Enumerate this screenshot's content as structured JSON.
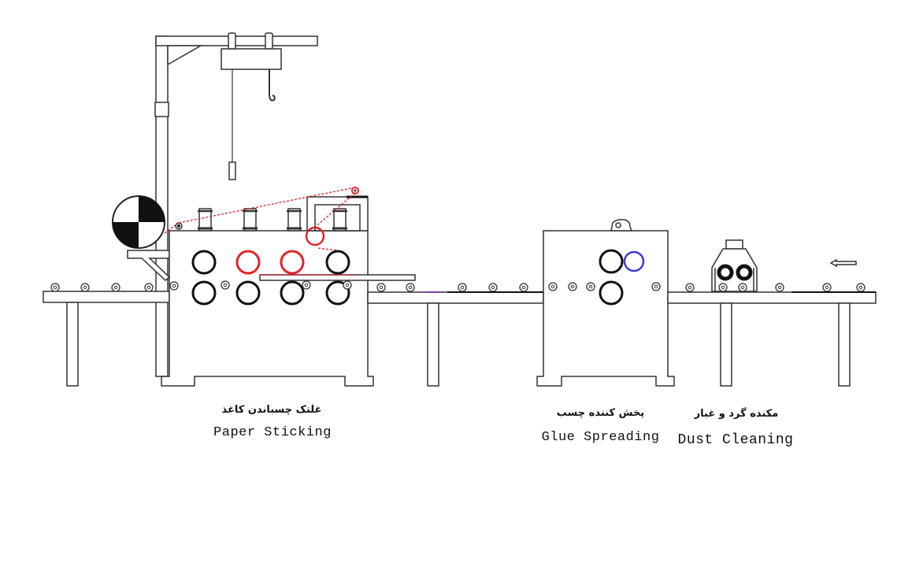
{
  "diagram": {
    "flow_direction": "right-to-left",
    "colors": {
      "line": "#333333",
      "roller": "#111111",
      "paper_path": "#e0242c",
      "glue_roller": "#3a3ad6",
      "frame_fill": "#ffffff"
    },
    "stations": [
      {
        "id": "paper-sticking",
        "label_fa": "غلتک چسباندن کاغذ",
        "label_en": "Paper Sticking"
      },
      {
        "id": "glue-spreading",
        "label_fa": "پخش کننده چسب",
        "label_en": "Glue Spreading"
      },
      {
        "id": "dust-cleaning",
        "label_fa": "مکنده گرد و غبار",
        "label_en": "Dust Cleaning"
      }
    ],
    "components": {
      "crane": "overhead-hoist-crane",
      "paper_roll": "paper-roll",
      "direction_arrow": "left-arrow"
    }
  }
}
